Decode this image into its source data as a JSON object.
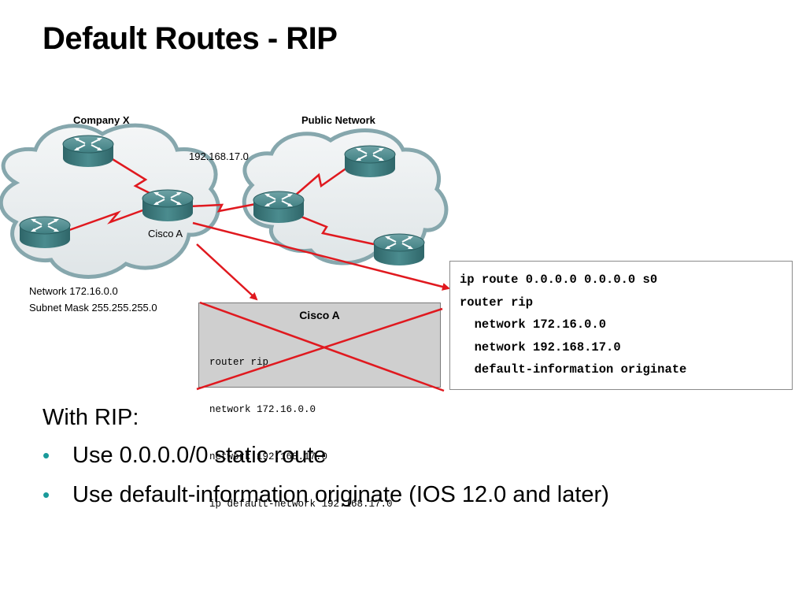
{
  "slide": {
    "title": "Default Routes - RIP"
  },
  "diagram": {
    "label_company_x": "Company X",
    "label_public_network": "Public Network",
    "label_link_net": "192.168.17.0",
    "label_router_cisco_a": "Cisco A",
    "label_network": "Network 172.16.0.0",
    "label_subnet_mask": "Subnet Mask 255.255.255.0",
    "colors": {
      "link_red": "#e0191f",
      "router_teal": "#3f7f82",
      "cloud_fill": "#eef0f1",
      "cloud_edge": "#86a7ad",
      "bullet_teal": "#1a9a9a"
    }
  },
  "old_config": {
    "title": "Cisco A",
    "lines": [
      "router rip",
      "network 172.16.0.0",
      "network 192.168.17.0",
      "ip default-network 192.168.17.0"
    ],
    "status": "crossed-out"
  },
  "new_config": {
    "lines": [
      "ip route 0.0.0.0 0.0.0.0 s0",
      "router rip",
      "  network 172.16.0.0",
      "  network 192.168.17.0",
      "  default-information originate"
    ]
  },
  "body": {
    "heading": "With RIP:",
    "bullets": [
      "Use 0.0.0.0/0 static route",
      "Use default-information originate (IOS 12.0 and later)"
    ]
  }
}
